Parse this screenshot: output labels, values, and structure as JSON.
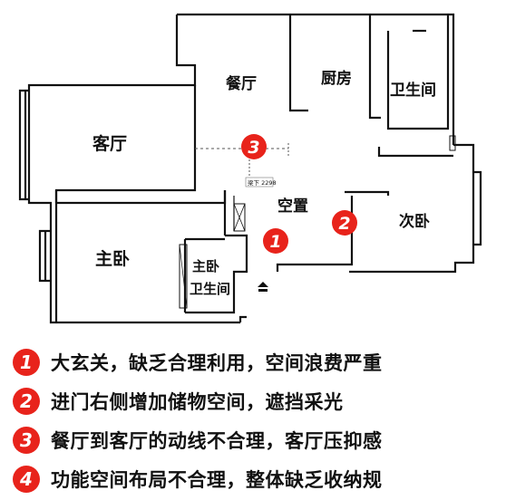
{
  "rooms": {
    "dining": "餐厅",
    "kitchen": "厨房",
    "bath": "卫生间",
    "living": "客厅",
    "empty": "空置",
    "second_bed": "次卧",
    "master_bed": "主卧",
    "master_bath_line1": "主卧",
    "master_bath_line2": "卫生间"
  },
  "dimension_label": "梁下 2298",
  "markers": {
    "m1": "1",
    "m2": "2",
    "m3": "3"
  },
  "notes": [
    {
      "num": "1",
      "text": "大玄关，缺乏合理利用，空间浪费严重"
    },
    {
      "num": "2",
      "text": "进门右侧增加储物空间，遮挡采光"
    },
    {
      "num": "3",
      "text": "餐厅到客厅的动线不合理，客厅压抑感"
    },
    {
      "num": "4",
      "text": "功能空间布局不合理，整体缺乏收纳规"
    }
  ],
  "colors": {
    "accent": "#e8231b",
    "wall": "#111111"
  }
}
